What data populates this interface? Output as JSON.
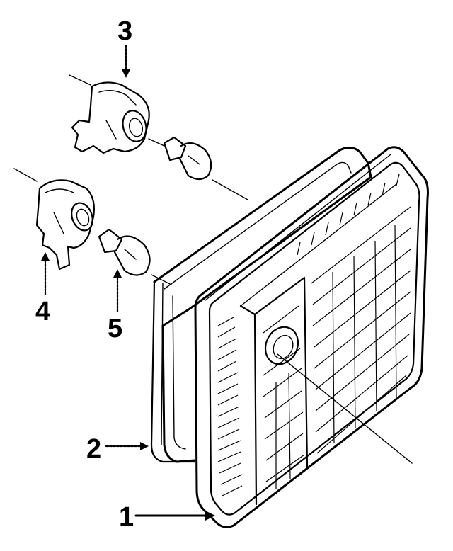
{
  "callouts": {
    "c1": "1",
    "c2": "2",
    "c3": "3",
    "c4": "4",
    "c5": "5"
  },
  "colors": {
    "ink": "#000000",
    "background": "#ffffff"
  }
}
